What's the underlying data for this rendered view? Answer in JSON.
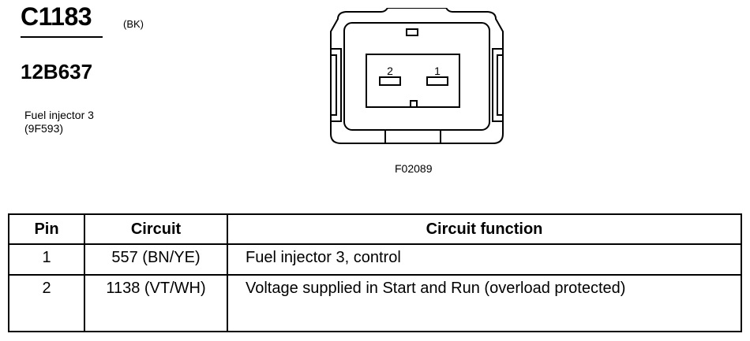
{
  "connector": {
    "id": "C1183",
    "color": "(BK)",
    "part_number": "12B637",
    "description_line1": "Fuel injector 3",
    "description_line2": "(9F593)"
  },
  "diagram": {
    "figure_id": "F02089",
    "terminal_labels": [
      "2",
      "1"
    ]
  },
  "table": {
    "headers": [
      "Pin",
      "Circuit",
      "Circuit function"
    ],
    "rows": [
      {
        "pin": "1",
        "circuit": "557 (BN/YE)",
        "function": "Fuel injector 3, control"
      },
      {
        "pin": "2",
        "circuit": "1138 (VT/WH)",
        "function": "Voltage supplied in Start and Run (overload protected)"
      }
    ]
  }
}
